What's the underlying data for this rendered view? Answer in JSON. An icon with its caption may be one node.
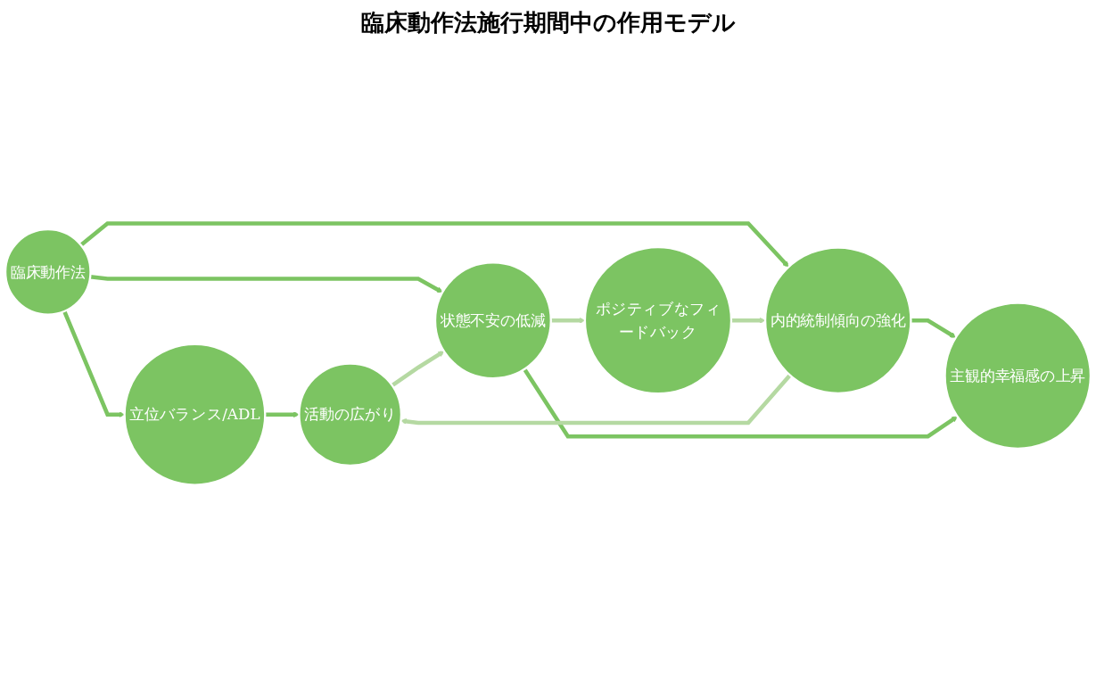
{
  "diagram": {
    "title": "臨床動作法施行期間中の作用モデル",
    "nodes": [
      {
        "text": [
          "立位バランス/ADL"
        ]
      },
      {
        "text": [
          "内的統制傾向の強化"
        ]
      },
      {
        "text": [
          "臨床動作法"
        ]
      },
      {
        "text": [
          "活動の広がり"
        ]
      },
      {
        "text": [
          "ポジティブなフィードバック"
        ]
      },
      {
        "text": [
          "主観的幸福感の上昇"
        ]
      },
      {
        "text": [
          "状態不安の低減"
        ]
      }
    ],
    "edges": [
      {
        "from": 2,
        "to": 0,
        "arrow": "to"
      },
      {
        "from": 0,
        "to": 3,
        "arrow": "to"
      },
      {
        "from": 2,
        "to": 1,
        "arrow": "to"
      },
      {
        "from": 1,
        "to": 5,
        "arrow": "to"
      },
      {
        "from": 2,
        "to": 6,
        "arrow": "to"
      },
      {
        "from": 6,
        "to": 5,
        "arrow": "to"
      },
      {
        "from": 1,
        "to": 3,
        "arrow": "to",
        "color": "#b5d9a2"
      },
      {
        "from": 3,
        "to": 6,
        "arrow": "to",
        "color": "#b5d9a2"
      },
      {
        "from": 6,
        "to": 4,
        "arrow": "to",
        "color": "#b5d9a2"
      },
      {
        "from": 4,
        "to": 1,
        "arrow": "to",
        "color": "#b5d9a2"
      }
    ]
  }
}
